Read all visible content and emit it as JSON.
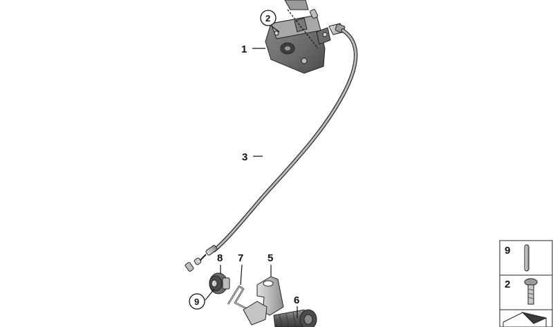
{
  "callouts": {
    "p1": "1",
    "p2": "2",
    "p3": "3",
    "p5": "5",
    "p6": "6",
    "p7": "7",
    "p8": "8",
    "p9": "9"
  },
  "legend": {
    "row1_number": "9",
    "row2_number": "2"
  },
  "colors": {
    "part_dark": "#6e6e6e",
    "part_mid": "#9a9a9a",
    "part_light": "#cfcfcf",
    "line": "#111111"
  }
}
